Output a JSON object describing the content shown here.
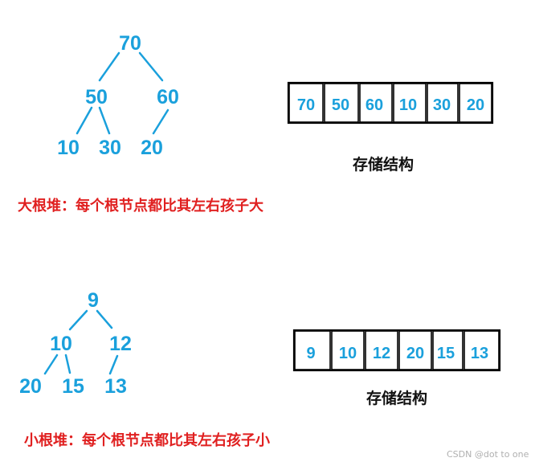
{
  "max_heap": {
    "nodes": [
      "70",
      "50",
      "60",
      "10",
      "30",
      "20"
    ],
    "array": [
      "70",
      "50",
      "60",
      "10",
      "30",
      "20"
    ],
    "storage_label": "存储结构",
    "caption": "大根堆：每个根节点都比其左右孩子大"
  },
  "min_heap": {
    "nodes": [
      "9",
      "10",
      "12",
      "20",
      "15",
      "13"
    ],
    "array": [
      "9",
      "10",
      "12",
      "20",
      "15",
      "13"
    ],
    "storage_label": "存储结构",
    "caption": "小根堆：每个根节点都比其左右孩子小"
  },
  "watermark": "CSDN @dot to one",
  "colors": {
    "node": "#1aa0dc",
    "caption": "#e02020",
    "border": "#000000"
  }
}
